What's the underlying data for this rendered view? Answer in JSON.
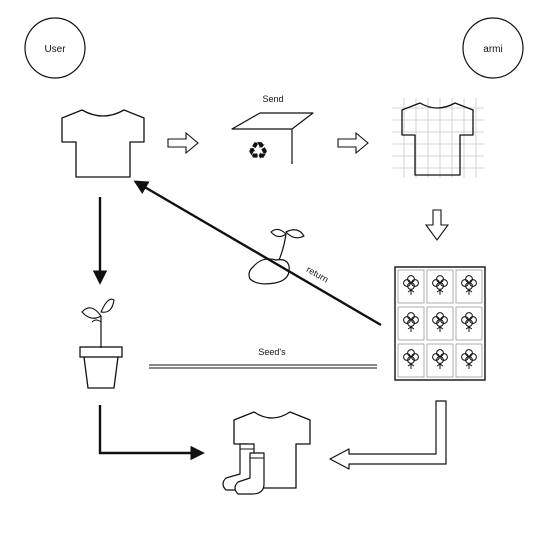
{
  "actors": {
    "user": "User",
    "armi": "armi"
  },
  "labels": {
    "send": "Send",
    "return": "return",
    "seeds": "Seed's"
  },
  "icons": {
    "user_shirt": "t-shirt-icon",
    "send_shelter": "shelter-icon",
    "recycle": "recycle-icon",
    "grid_shirt": "t-shirt-grid-icon",
    "cotton_grid": "cotton-grid-icon",
    "seed_sprout": "seed-sprout-icon",
    "plant_pot": "potted-plant-icon",
    "final_shirt": "t-shirt-icon",
    "socks": "socks-icon"
  },
  "colors": {
    "stroke": "#111111",
    "grid": "#c8c8c8",
    "background": "#ffffff"
  }
}
